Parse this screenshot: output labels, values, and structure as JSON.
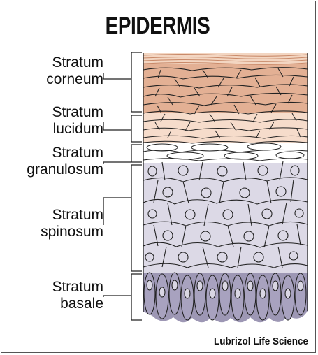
{
  "title": "EPIDERMIS",
  "layers": [
    {
      "line1": "Stratum",
      "line2": "corneum"
    },
    {
      "line1": "Stratum",
      "line2": "lucidum"
    },
    {
      "line1": "Stratum",
      "line2": "granulosum"
    },
    {
      "line1": "Stratum",
      "line2": "spinosum"
    },
    {
      "line1": "Stratum",
      "line2": "basale"
    }
  ],
  "credit": "Lubrizol Life Science",
  "colors": {
    "corneum_dark": "#d9a283",
    "corneum_light": "#f0c9ad",
    "lucidum": "#f6dccb",
    "granulosum": "#ffffff",
    "spinosum": "#dcd9e6",
    "basale": "#9d97b4",
    "outline": "#222222"
  }
}
